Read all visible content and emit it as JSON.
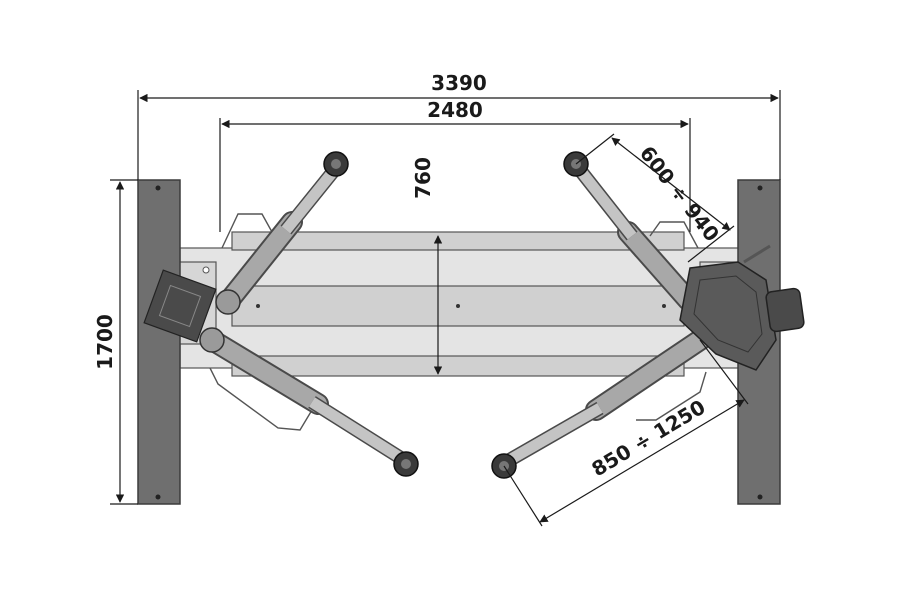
{
  "dimensions": {
    "overall_width": "3390",
    "column_inner_width": "2480",
    "platform_spacing": "760",
    "overall_depth": "1700",
    "short_arm_range": "600 ÷ 940",
    "long_arm_range": "850 ÷ 1250"
  },
  "colors": {
    "column": "#6f6f6f",
    "column_edge": "#3c3c3c",
    "base_plate": "#d6d6d6",
    "arm": "#a8a8a8",
    "arm_dark": "#4a4a4a",
    "motor": "#5a5a5a",
    "dimension_line": "#1a1a1a"
  }
}
